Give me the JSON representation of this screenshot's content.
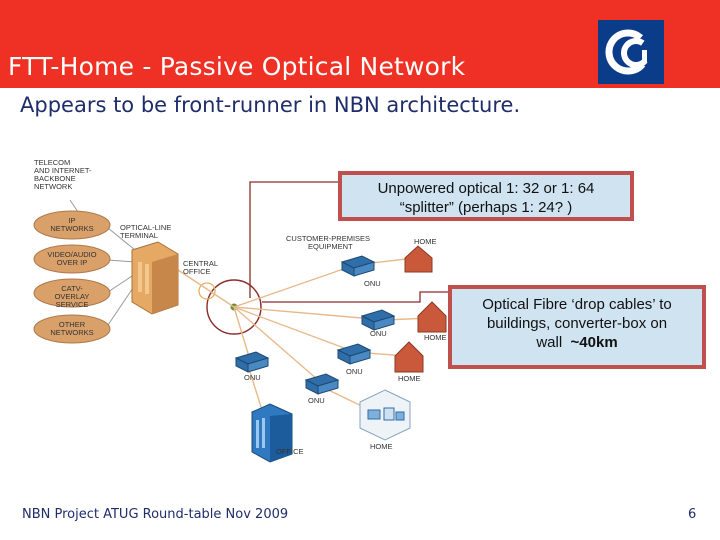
{
  "header": {
    "title": "FTT-Home - Passive Optical Network",
    "accent_color": "#ee3124",
    "logo_color": "#0b3c8a",
    "logo_icon": "ca-logo-icon"
  },
  "subtitle": "Appears to be front-runner in NBN architecture.",
  "callouts": [
    {
      "line1": "Unpowered optical 1: 32 or 1: 64",
      "line2": "“splitter” (perhaps 1: 24? )"
    },
    {
      "line1": "Optical Fibre ‘drop cables’ to",
      "line2": "buildings, converter-box on",
      "line3": "wall",
      "line3_bold": "~40km"
    }
  ],
  "diagram": {
    "backbone_label": [
      "TELECOM",
      "AND INTERNET-",
      "BACKBONE",
      "NETWORK"
    ],
    "sources": [
      [
        "IP",
        "NETWORKS"
      ],
      [
        "VIDEO/AUDIO",
        "OVER IP"
      ],
      [
        "CATV-OVERLAY",
        "SERVICE"
      ],
      [
        "OTHER",
        "NETWORKS"
      ]
    ],
    "olt_label": [
      "OPTICAL-LINE",
      "TERMINAL"
    ],
    "central_office_label": [
      "CENTRAL",
      "OFFICE"
    ],
    "cpe_label": [
      "CUSTOMER-PREMISES",
      "EQUIPMENT"
    ],
    "onu_label": "ONU",
    "home_label": "HOME",
    "office_label": "OFFICE"
  },
  "footer": {
    "text": "NBN Project ATUG Round-table Nov 2009",
    "page_number": "6"
  }
}
